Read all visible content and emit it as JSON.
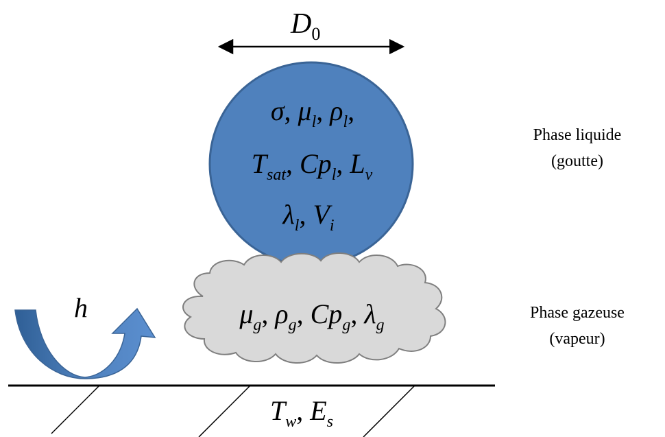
{
  "diameter": {
    "base": "D",
    "sub": "0"
  },
  "droplet": {
    "color": "#4f81bd",
    "line1": [
      {
        "base": "σ",
        "sub": ""
      },
      {
        "base": "μ",
        "sub": "l"
      },
      {
        "base": "ρ",
        "sub": "l"
      }
    ],
    "line2": [
      {
        "base": "T",
        "sub": "sat"
      },
      {
        "base": "Cp",
        "sub": "l"
      },
      {
        "base": "L",
        "sub": "v"
      }
    ],
    "line3": [
      {
        "base": "λ",
        "sub": "l"
      },
      {
        "base": "V",
        "sub": "i"
      }
    ]
  },
  "vapor": {
    "color": "#d9d9d9",
    "props": [
      {
        "base": "μ",
        "sub": "g"
      },
      {
        "base": "ρ",
        "sub": "g"
      },
      {
        "base": "Cp",
        "sub": "g"
      },
      {
        "base": "λ",
        "sub": "g"
      }
    ]
  },
  "heat_transfer": {
    "symbol": "h",
    "arrow_color": "#4f81bd"
  },
  "wall": {
    "props": [
      {
        "base": "T",
        "sub": "w"
      },
      {
        "base": "E",
        "sub": "s"
      }
    ]
  },
  "labels": {
    "liquid_phase": "Phase liquide",
    "liquid_phase_note": "(goutte)",
    "gas_phase": "Phase gazeuse",
    "gas_phase_note": "(vapeur)"
  }
}
